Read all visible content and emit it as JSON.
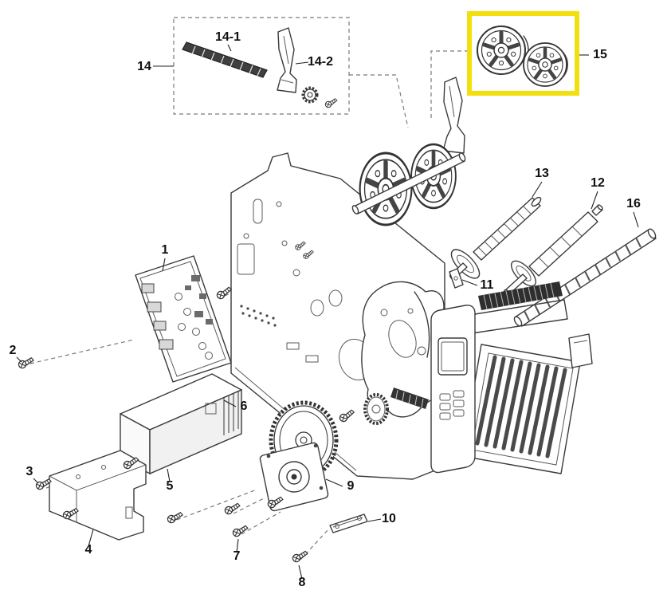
{
  "diagram": {
    "highlight_color": "#F3DF0C",
    "highlighted_part": "15"
  },
  "parts": {
    "1": "1",
    "2": "2",
    "3": "3",
    "4": "4",
    "5": "5",
    "6": "6",
    "7": "7",
    "8": "8",
    "9": "9",
    "10": "10",
    "11": "11",
    "12": "12",
    "13": "13",
    "14": "14",
    "14-1": "14-1",
    "14-2": "14-2",
    "15": "15",
    "16": "16"
  }
}
